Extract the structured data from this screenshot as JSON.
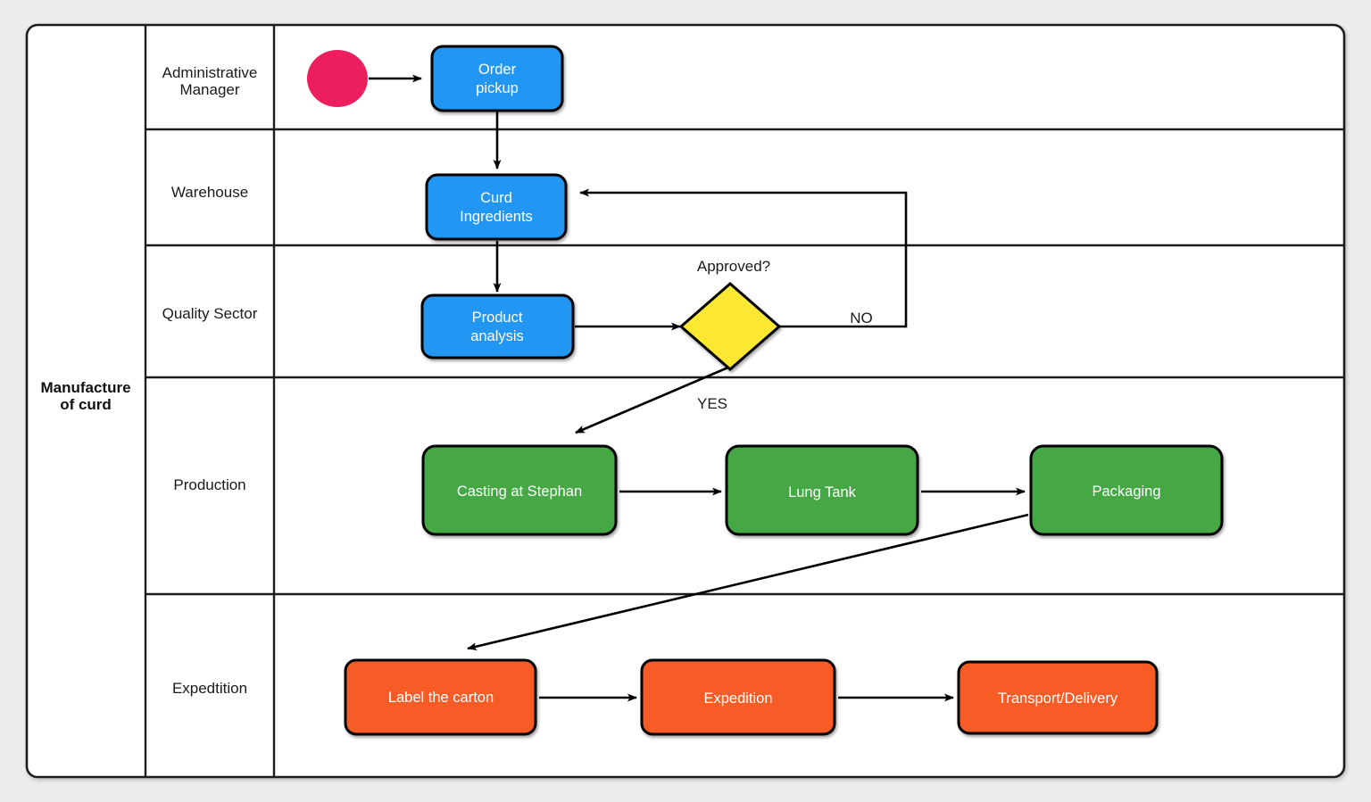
{
  "pool": {
    "title": "Manufacture of curd"
  },
  "colors": {
    "background": "#ececec",
    "pool_fill": "#ffffff",
    "border": "#1d1d1d",
    "start_event": "#ED1E5E",
    "task_blue": "#2196F3",
    "task_green": "#45A845",
    "task_orange": "#F75B25",
    "gateway_yellow": "#FCE832",
    "line": "#000000",
    "text_dark": "#1a1a1a",
    "text_light": "#ffffff"
  },
  "lanes": [
    {
      "id": "administrative-manager",
      "label": "Administrative Manager"
    },
    {
      "id": "warehouse",
      "label": "Warehouse"
    },
    {
      "id": "quality-sector",
      "label": "Quality Sector"
    },
    {
      "id": "production",
      "label": "Production"
    },
    {
      "id": "expedtition",
      "label": "Expedtition"
    }
  ],
  "nodes": [
    {
      "id": "start-event",
      "type": "start-event",
      "label": "",
      "lane": "administrative-manager"
    },
    {
      "id": "order-pickup",
      "type": "task",
      "label_line1": "Order",
      "label_line2": "pickup",
      "color": "blue",
      "lane": "administrative-manager"
    },
    {
      "id": "curd-ingredients",
      "type": "task",
      "label_line1": "Curd",
      "label_line2": "Ingredients",
      "color": "blue",
      "lane": "warehouse"
    },
    {
      "id": "product-analysis",
      "type": "task",
      "label_line1": "Product",
      "label_line2": "analysis",
      "color": "blue",
      "lane": "quality-sector"
    },
    {
      "id": "approved-gateway",
      "type": "gateway",
      "label": "Approved?",
      "color": "yellow",
      "lane": "quality-sector"
    },
    {
      "id": "casting-at-stephan",
      "type": "task",
      "label_line1": "Casting at Stephan",
      "color": "green",
      "lane": "production"
    },
    {
      "id": "lung-tank",
      "type": "task",
      "label_line1": "Lung Tank",
      "color": "green",
      "lane": "production"
    },
    {
      "id": "packaging",
      "type": "task",
      "label_line1": "Packaging",
      "color": "green",
      "lane": "production"
    },
    {
      "id": "label-the-carton",
      "type": "task",
      "label_line1": "Label the carton",
      "color": "orange",
      "lane": "expedtition"
    },
    {
      "id": "expedition",
      "type": "task",
      "label_line1": "Expedition",
      "color": "orange",
      "lane": "expedtition"
    },
    {
      "id": "transport-delivery",
      "type": "task",
      "label_line1": "Transport/Delivery",
      "color": "orange",
      "lane": "expedtition"
    }
  ],
  "edges": [
    {
      "id": "start-to-order-pickup",
      "from": "start-event",
      "to": "order-pickup",
      "label": ""
    },
    {
      "id": "order-pickup-to-curd-ingredients",
      "from": "order-pickup",
      "to": "curd-ingredients",
      "label": ""
    },
    {
      "id": "curd-ingredients-to-product-analysis",
      "from": "curd-ingredients",
      "to": "product-analysis",
      "label": ""
    },
    {
      "id": "product-analysis-to-gateway",
      "from": "product-analysis",
      "to": "approved-gateway",
      "label": ""
    },
    {
      "id": "gateway-no-to-curd-ingredients",
      "from": "approved-gateway",
      "to": "curd-ingredients",
      "label": "NO"
    },
    {
      "id": "gateway-yes-to-casting",
      "from": "approved-gateway",
      "to": "casting-at-stephan",
      "label": "YES"
    },
    {
      "id": "casting-to-lung-tank",
      "from": "casting-at-stephan",
      "to": "lung-tank",
      "label": ""
    },
    {
      "id": "lung-tank-to-packaging",
      "from": "lung-tank",
      "to": "packaging",
      "label": ""
    },
    {
      "id": "packaging-to-label-the-carton",
      "from": "packaging",
      "to": "label-the-carton",
      "label": ""
    },
    {
      "id": "label-the-carton-to-expedition",
      "from": "label-the-carton",
      "to": "expedition",
      "label": ""
    },
    {
      "id": "expedition-to-transport-delivery",
      "from": "expedition",
      "to": "transport-delivery",
      "label": ""
    }
  ]
}
